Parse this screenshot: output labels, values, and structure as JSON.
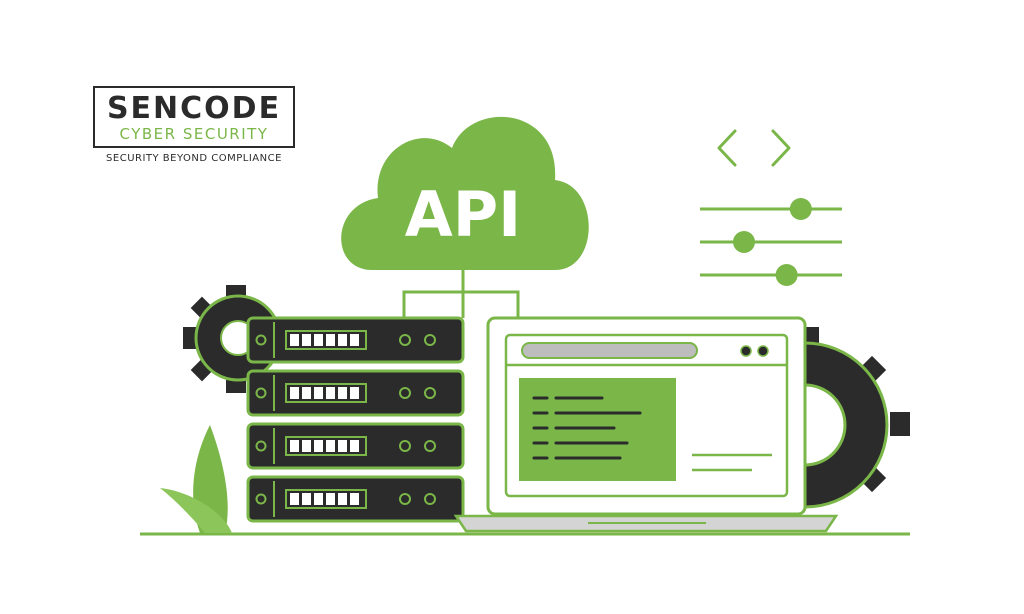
{
  "brand": {
    "name": "SENCODE",
    "subtitle": "CYBER SECURITY",
    "tagline": "SECURITY BEYOND COMPLIANCE"
  },
  "cloud": {
    "label": "API"
  },
  "icons": [
    "code-brackets-icon",
    "sliders-icon",
    "gear-icon",
    "server-rack-icon",
    "laptop-icon",
    "cloud-icon",
    "plant-icon"
  ],
  "sliders": {
    "levels": [
      0.71,
      0.31,
      0.61
    ]
  },
  "colors": {
    "accent": "#7ab648",
    "dark": "#2b2b2b",
    "light": "#ffffff"
  }
}
